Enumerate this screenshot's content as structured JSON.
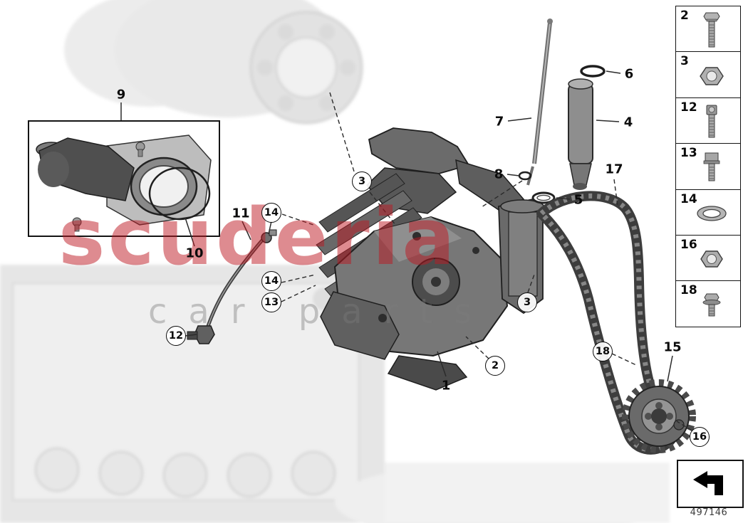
{
  "watermark": {
    "line1": "scuderia",
    "line2": "car parts",
    "color": "#BE1822"
  },
  "diagram": {
    "description": "Exploded parts diagram of engine oil pump with drive chain and intake pipe",
    "callouts": [
      {
        "label": "9"
      },
      {
        "label": "10"
      },
      {
        "label": "11"
      },
      {
        "label": "7"
      },
      {
        "label": "8"
      },
      {
        "label": "6"
      },
      {
        "label": "4"
      },
      {
        "label": "5"
      },
      {
        "label": "17"
      },
      {
        "label": "1"
      },
      {
        "label": "15"
      },
      {
        "label": "3"
      },
      {
        "label": "14"
      },
      {
        "label": "14"
      },
      {
        "label": "13"
      },
      {
        "label": "12"
      },
      {
        "label": "3"
      },
      {
        "label": "2"
      },
      {
        "label": "18"
      },
      {
        "label": "16"
      }
    ]
  },
  "sidebar": {
    "items": [
      {
        "number": "2",
        "icon": "hex-bolt-long-icon"
      },
      {
        "number": "3",
        "icon": "hex-nut-icon"
      },
      {
        "number": "12",
        "icon": "socket-head-bolt-icon"
      },
      {
        "number": "13",
        "icon": "hex-bolt-washer-icon"
      },
      {
        "number": "14",
        "icon": "o-ring-icon"
      },
      {
        "number": "16",
        "icon": "hex-nut-icon"
      },
      {
        "number": "18",
        "icon": "flange-bolt-icon"
      }
    ]
  },
  "footer": {
    "part_number": "497146",
    "icon": "diagram-arrow-icon"
  }
}
